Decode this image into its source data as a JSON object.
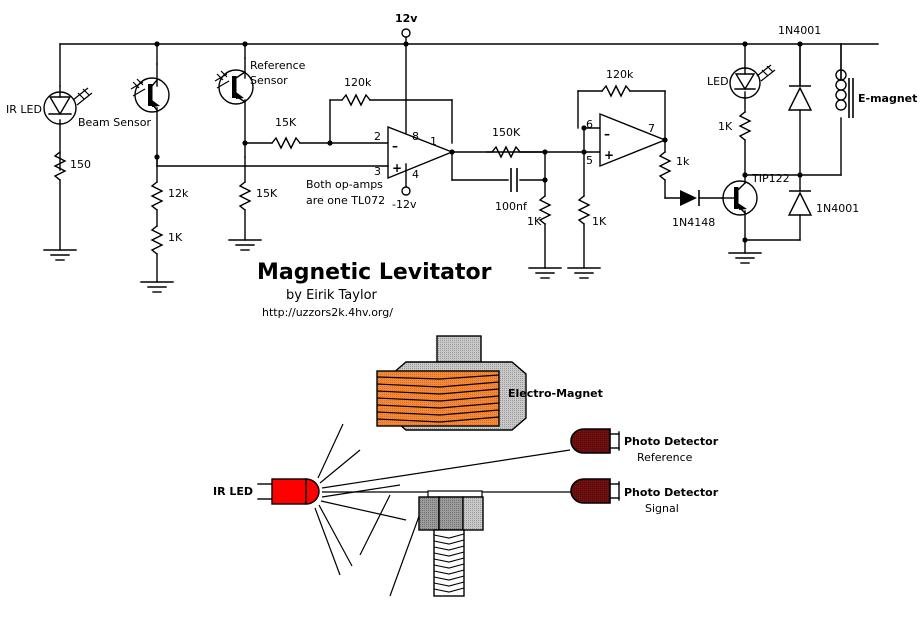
{
  "document": {
    "title": "Magnetic Levitator",
    "author": "by Eirik Taylor",
    "url": "http://uzzors2k.4hv.org/"
  },
  "schematic": {
    "supply_positive": "12v",
    "supply_negative": "-12v",
    "note_line1": "Both op-amps",
    "note_line2": "are one TL072",
    "components": {
      "ir_led": "IR LED",
      "r_150": "150",
      "beam_sensor": "Beam Sensor",
      "reference_sensor_l1": "Reference",
      "reference_sensor_l2": "Sensor",
      "r_12k": "12k",
      "r_1k_left": "1K",
      "r_15k_shunt": "15K",
      "r_15k_series": "15K",
      "r_120k_a": "120k",
      "r_150k": "150K",
      "c_100nf": "100nf",
      "r_1k_a": "1K",
      "r_1k_b": "1K",
      "r_120k_b": "120k",
      "r_1k_base": "1k",
      "d_1n4148": "1N4148",
      "q_tip122": "TIP122",
      "led": "LED",
      "r_1k_led": "1K",
      "d_1n4001_top": "1N4001",
      "d_1n4001_bottom": "1N4001",
      "emagnet": "E-magnet"
    },
    "opamp_a_pins": {
      "inv": "2",
      "non_inv": "3",
      "out": "1",
      "vpos": "8",
      "vneg": "4"
    },
    "opamp_b_pins": {
      "inv": "6",
      "non_inv": "5",
      "out": "7"
    }
  },
  "illustration": {
    "electro_magnet": "Electro-Magnet",
    "ir_led": "IR LED",
    "detector_ref_title": "Photo Detector",
    "detector_ref_sub": "Reference",
    "detector_sig_title": "Photo Detector",
    "detector_sig_sub": "Signal"
  },
  "colors": {
    "wire": "#000000",
    "coil_orange": "#F4883B",
    "metal_gray": "#B3B3B3",
    "metal_gray_dark": "#8C8C8C",
    "led_red": "#FF0000",
    "detector_maroon": "#701010",
    "background": "#FFFFFF"
  }
}
